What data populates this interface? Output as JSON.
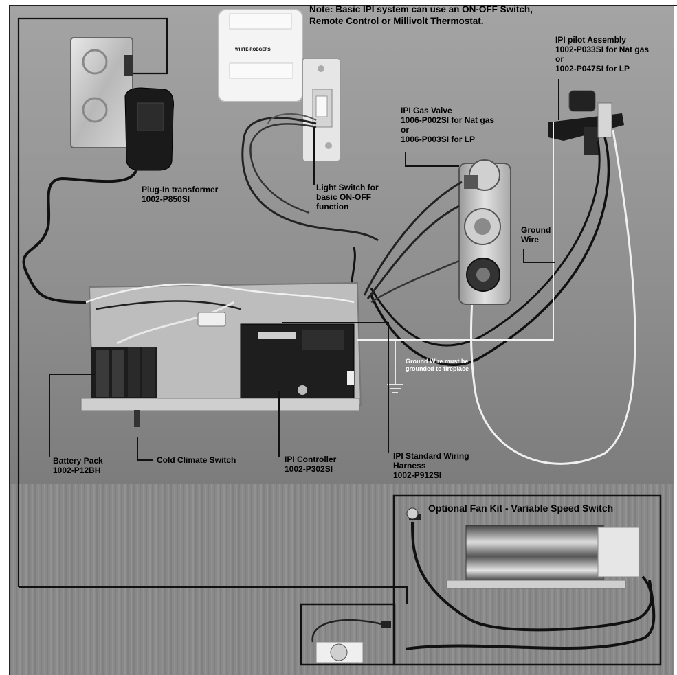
{
  "note": {
    "line1": "Note: Basic IPI system can use an ON-OFF Switch,",
    "line2": "Remote Control or Millivolt Thermostat."
  },
  "thermostat": {
    "brand": "WHITE-RODGERS"
  },
  "pilot": {
    "l1": "IPI pilot Assembly",
    "l2": "1002-P033SI for Nat gas",
    "l3": "or",
    "l4": "1002-P047SI for LP"
  },
  "valve": {
    "l1": "IPI Gas Valve",
    "l2": "1006-P002SI for Nat gas",
    "l3": "or",
    "l4": "1006-P003SI for LP"
  },
  "transformer": {
    "l1": "Plug-In transformer",
    "l2": "1002-P850SI"
  },
  "switch": {
    "l1": "Light Switch for",
    "l2": "basic ON-OFF",
    "l3": "function"
  },
  "ground": {
    "l1": "Ground",
    "l2": "Wire"
  },
  "ground_note": "Ground Wire must be grounded to fireplace",
  "battery": {
    "l1": "Battery Pack",
    "l2": "1002-P12BH"
  },
  "cold": "Cold Climate Switch",
  "controller": {
    "l1": "IPI Controller",
    "l2": "1002-P302SI"
  },
  "harness": {
    "l1": "IPI Standard Wiring",
    "l2": "Harness",
    "l3": "1002-P912SI"
  },
  "fan": {
    "title": "Optional Fan Kit - Variable Speed Switch"
  }
}
